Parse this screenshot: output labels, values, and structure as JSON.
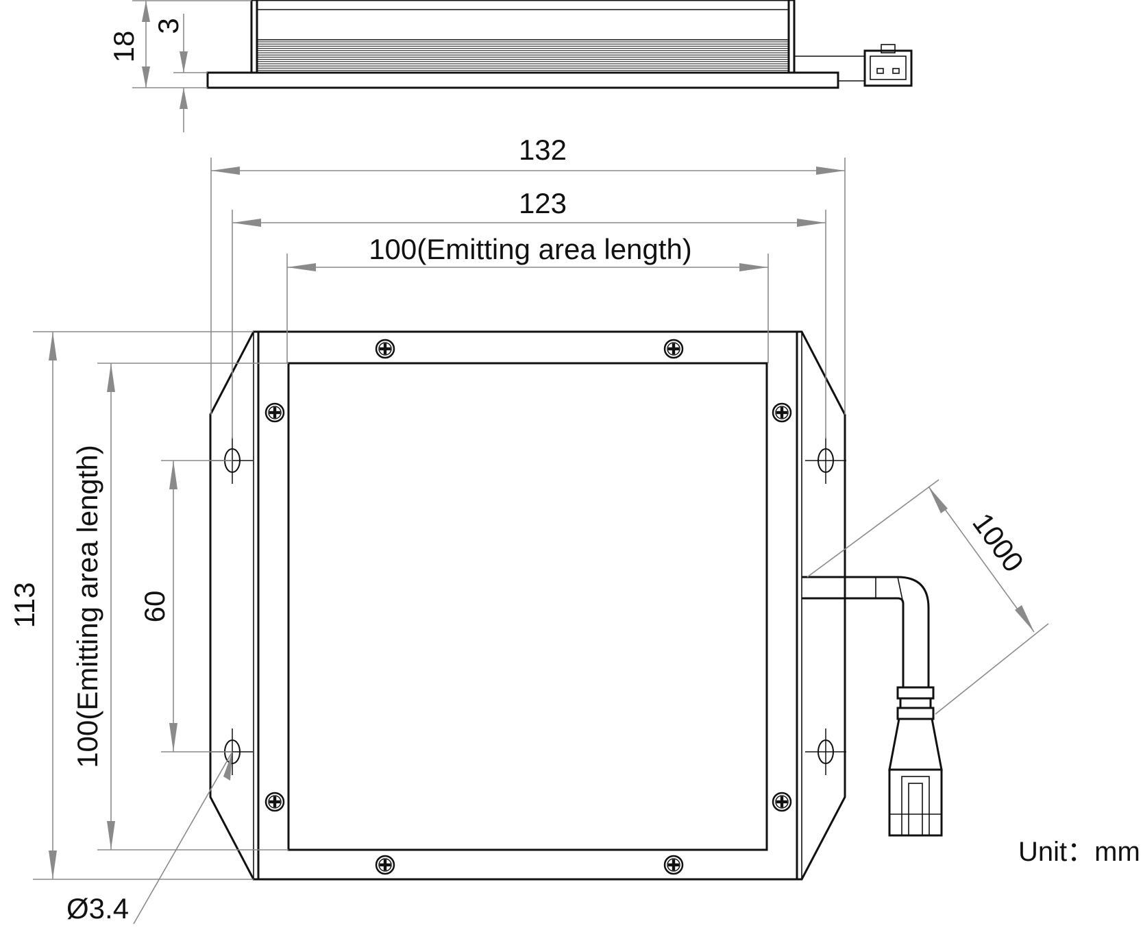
{
  "dimensions": {
    "total_height": "18",
    "base_thickness": "3",
    "overall_width": "132",
    "hole_span_width": "123",
    "emitting_width": "100(Emitting area length)",
    "overall_height": "113",
    "emitting_height": "100(Emitting area length)",
    "hole_spacing": "60",
    "hole_diameter": "Ø3.4",
    "cable_length": "1000"
  },
  "unit_note": "Unit：mm",
  "colors": {
    "outline": "#111111",
    "dimension": "#8a8a8a",
    "background": "#ffffff"
  }
}
